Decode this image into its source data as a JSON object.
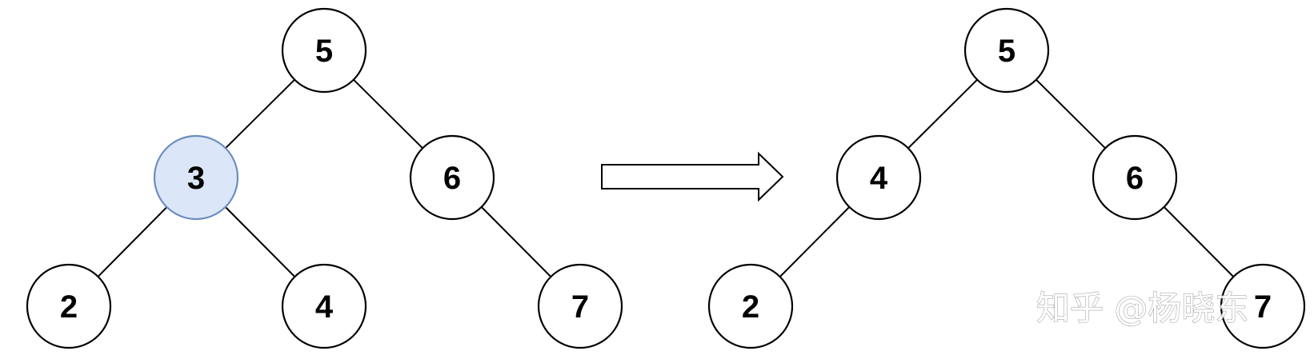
{
  "diagram": {
    "before_tree": {
      "nodes": [
        {
          "id": "b5",
          "label": "5",
          "highlighted": false
        },
        {
          "id": "b3",
          "label": "3",
          "highlighted": true
        },
        {
          "id": "b6",
          "label": "6",
          "highlighted": false
        },
        {
          "id": "b2",
          "label": "2",
          "highlighted": false
        },
        {
          "id": "b4",
          "label": "4",
          "highlighted": false
        },
        {
          "id": "b7",
          "label": "7",
          "highlighted": false
        }
      ],
      "edges": [
        [
          "b5",
          "b3"
        ],
        [
          "b5",
          "b6"
        ],
        [
          "b3",
          "b2"
        ],
        [
          "b3",
          "b4"
        ],
        [
          "b6",
          "b7"
        ]
      ]
    },
    "after_tree": {
      "nodes": [
        {
          "id": "a5",
          "label": "5",
          "highlighted": false
        },
        {
          "id": "a4",
          "label": "4",
          "highlighted": false
        },
        {
          "id": "a6",
          "label": "6",
          "highlighted": false
        },
        {
          "id": "a2",
          "label": "2",
          "highlighted": false
        },
        {
          "id": "a7",
          "label": "7",
          "highlighted": false
        }
      ],
      "edges": [
        [
          "a5",
          "a4"
        ],
        [
          "a5",
          "a6"
        ],
        [
          "a4",
          "a2"
        ],
        [
          "a6",
          "a7"
        ]
      ]
    },
    "arrow_icon": "right-arrow-icon",
    "colors": {
      "highlight_fill": "#dbe6f8",
      "highlight_stroke": "#6c8ebf",
      "node_fill": "#ffffff",
      "line": "#000000"
    }
  },
  "watermark": {
    "text": "知乎 @杨晓东"
  }
}
